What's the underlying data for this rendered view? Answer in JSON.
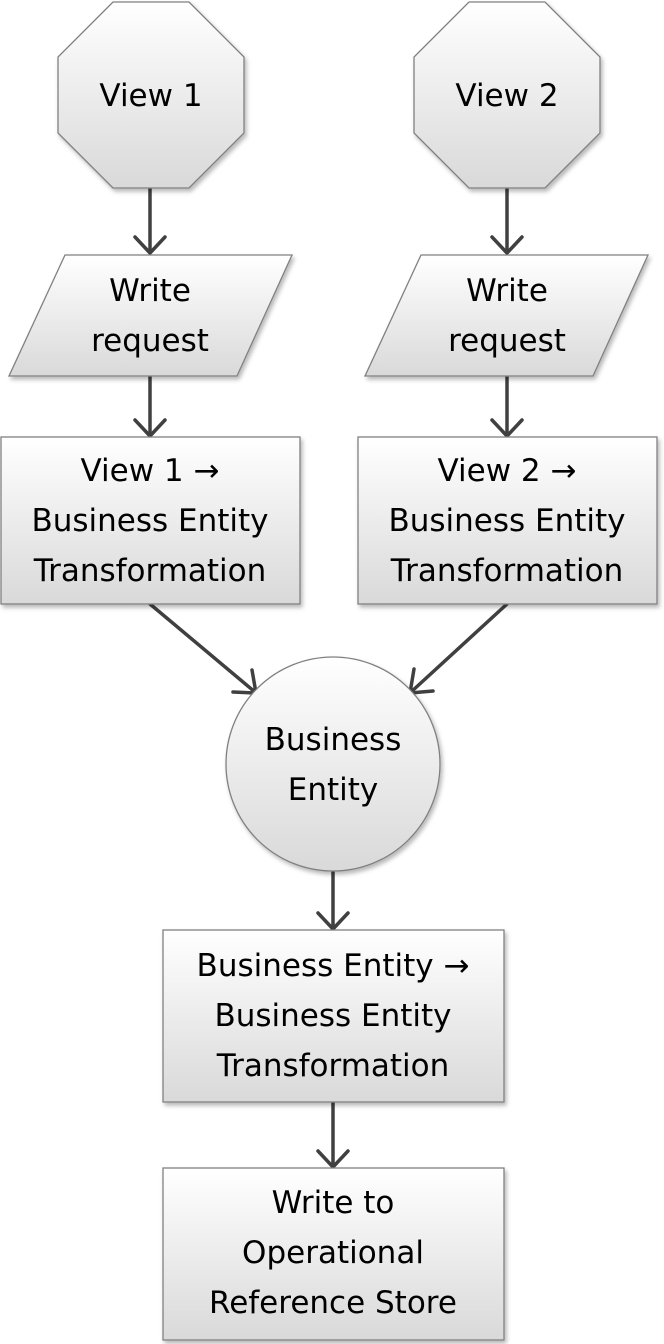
{
  "nodes": {
    "view1": {
      "lines": [
        "View 1"
      ]
    },
    "view2": {
      "lines": [
        "View 2"
      ]
    },
    "write_request_1": {
      "lines": [
        "Write",
        "request"
      ]
    },
    "write_request_2": {
      "lines": [
        "Write",
        "request"
      ]
    },
    "transform_view1": {
      "lines": [
        "View 1 →",
        "Business Entity",
        "Transformation"
      ]
    },
    "transform_view2": {
      "lines": [
        "View 2 →",
        "Business Entity",
        "Transformation"
      ]
    },
    "business_entity": {
      "lines": [
        "Business",
        "Entity"
      ]
    },
    "transform_entity": {
      "lines": [
        "Business Entity →",
        "Business Entity",
        "Transformation"
      ]
    },
    "write_store": {
      "lines": [
        "Write to",
        "Operational",
        "Reference Store"
      ]
    }
  },
  "edges": [
    {
      "from": "view1",
      "to": "write_request_1"
    },
    {
      "from": "view2",
      "to": "write_request_2"
    },
    {
      "from": "write_request_1",
      "to": "transform_view1"
    },
    {
      "from": "write_request_2",
      "to": "transform_view2"
    },
    {
      "from": "transform_view1",
      "to": "business_entity"
    },
    {
      "from": "transform_view2",
      "to": "business_entity"
    },
    {
      "from": "business_entity",
      "to": "transform_entity"
    },
    {
      "from": "transform_entity",
      "to": "write_store"
    }
  ],
  "colors": {
    "fill_top": "#ffffff",
    "fill_bottom": "#d9d9d9",
    "stroke": "#808080",
    "arrow": "#404040",
    "text": "#000000"
  }
}
